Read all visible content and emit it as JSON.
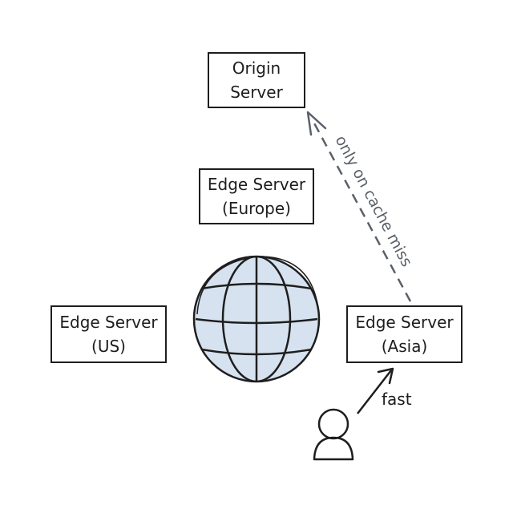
{
  "nodes": {
    "origin": {
      "line1": "Origin",
      "line2": "Server"
    },
    "europe": {
      "line1": "Edge Server",
      "line2": "(Europe)"
    },
    "us": {
      "line1": "Edge Server",
      "line2": "(US)"
    },
    "asia": {
      "line1": "Edge Server",
      "line2": "(Asia)"
    }
  },
  "edges": {
    "miss_label": "only on cache miss",
    "fast_label": "fast"
  },
  "icons": {
    "globe": "globe-icon",
    "user": "user-icon"
  },
  "colors": {
    "ink": "#1e1e1e",
    "dashed": "#5a6068",
    "globe_fill": "#d6e2ef"
  }
}
